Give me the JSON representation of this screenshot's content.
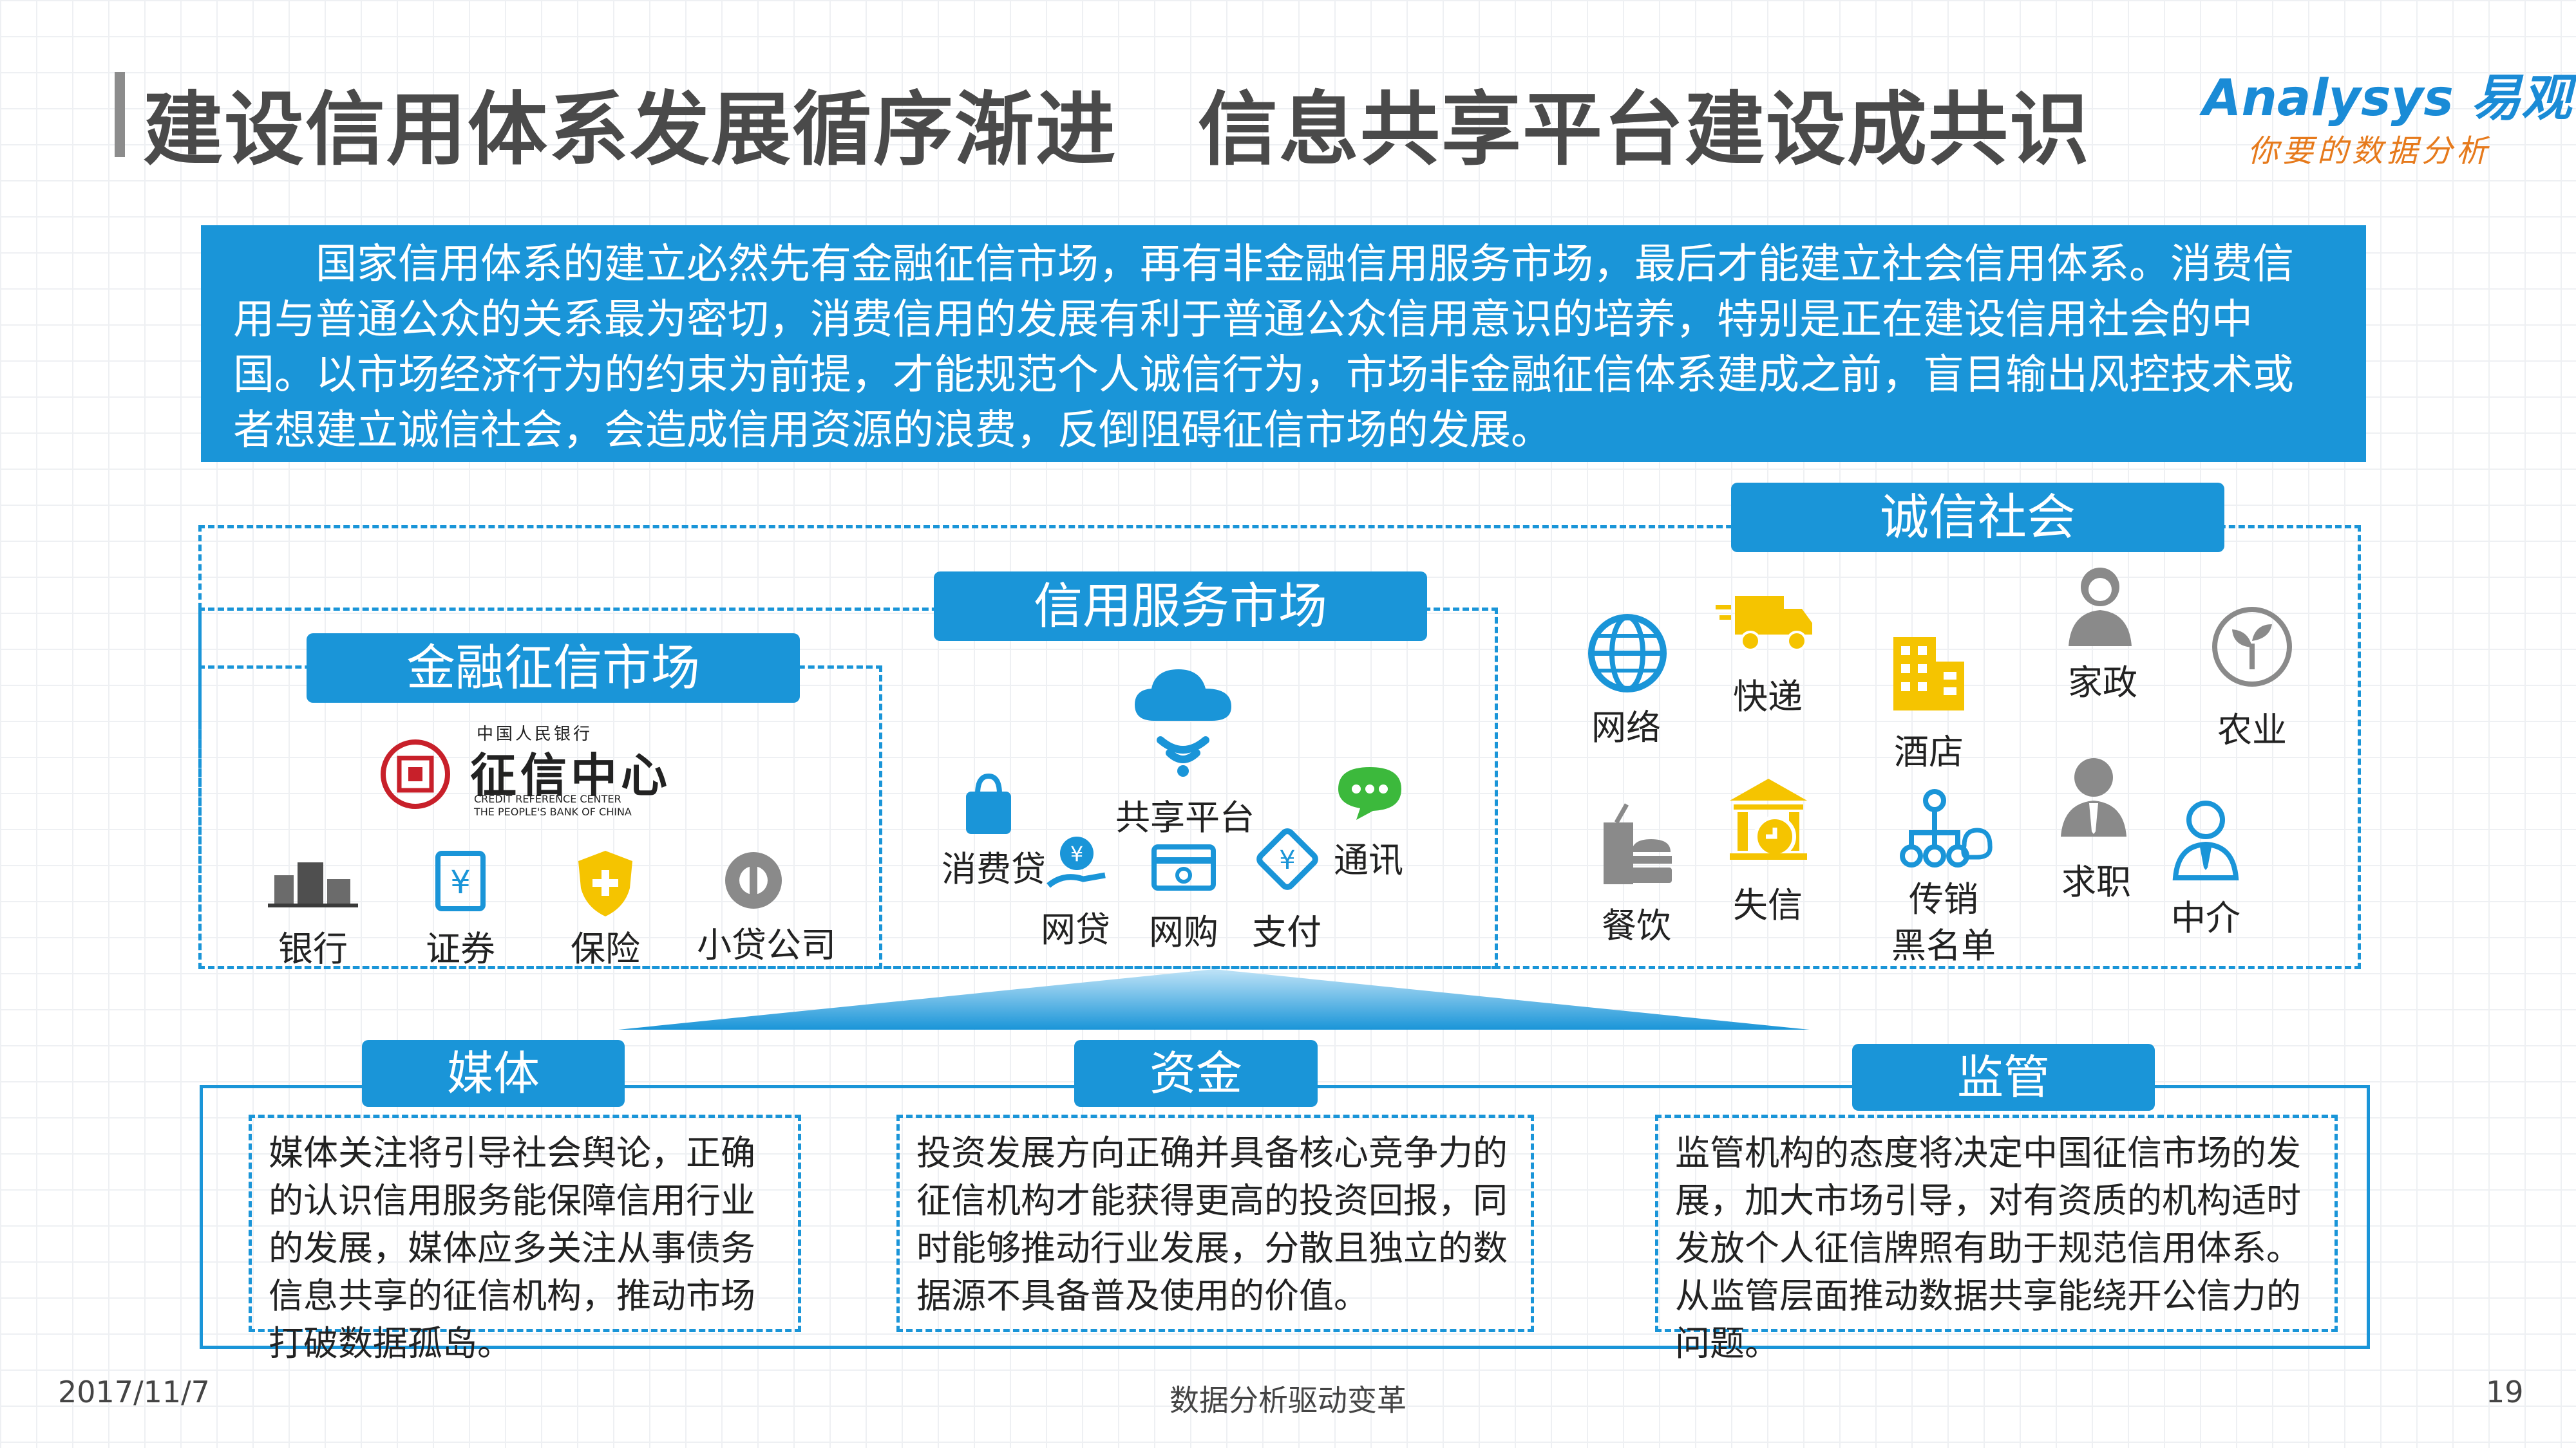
{
  "header": {
    "title": "建设信用体系发展循序渐进　信息共享平台建设成共识",
    "logo_main": "Analysys 易观",
    "logo_sub": "你要的数据分析"
  },
  "intro": "国家信用体系的建立必然先有金融征信市场，再有非金融信用服务市场，最后才能建立社会信用体系。消费信用与普通公众的关系最为密切，消费信用的发展有利于普通公众信用意识的培养，特别是正在建设信用社会的中国。以市场经济行为的约束为前提，才能规范个人诚信行为，市场非金融征信体系建成之前，盲目输出风控技术或者想建立诚信社会，会造成信用资源的浪费，反倒阻碍征信市场的发展。",
  "finance": {
    "title": "金融征信市场",
    "seal_top": "中国人民银行",
    "seal_main": "征信中心",
    "seal_en1": "CREDIT REFERENCE CENTER",
    "seal_en2": "THE PEOPLE'S BANK OF CHINA",
    "items": [
      "银行",
      "证券",
      "保险",
      "小贷公司"
    ]
  },
  "service": {
    "title": "信用服务市场",
    "center": "共享平台",
    "items": [
      "消费贷",
      "网贷",
      "网购",
      "支付",
      "通讯"
    ]
  },
  "society": {
    "title": "诚信社会",
    "items": [
      "网络",
      "快递",
      "酒店",
      "家政",
      "农业",
      "餐饮",
      "失信",
      "传销\n黑名单",
      "求职",
      "中介"
    ]
  },
  "pillars": [
    {
      "title": "媒体",
      "text": "媒体关注将引导社会舆论，正确的认识信用服务能保障信用行业的发展，媒体应多关注从事债务信息共享的征信机构，推动市场打破数据孤岛。"
    },
    {
      "title": "资金",
      "text": "投资发展方向正确并具备核心竞争力的征信机构才能获得更高的投资回报，同时能够推动行业发展，分散且独立的数据源不具备普及使用的价值。"
    },
    {
      "title": "监管",
      "text": "监管机构的态度将决定中国征信市场的发展，加大市场引导，对有资质的机构适时发放个人征信牌照有助于规范信用体系。从监管层面推动数据共享能绕开公信力的问题。"
    }
  ],
  "footer": {
    "date": "2017/11/7",
    "center": "数据分析驱动变革",
    "page": "19"
  },
  "colors": {
    "accent": "#1a95d8",
    "title_gray": "#4a4a4a",
    "orange": "#e67a1c",
    "seal_red": "#c8202a",
    "yellow": "#f5c400"
  }
}
